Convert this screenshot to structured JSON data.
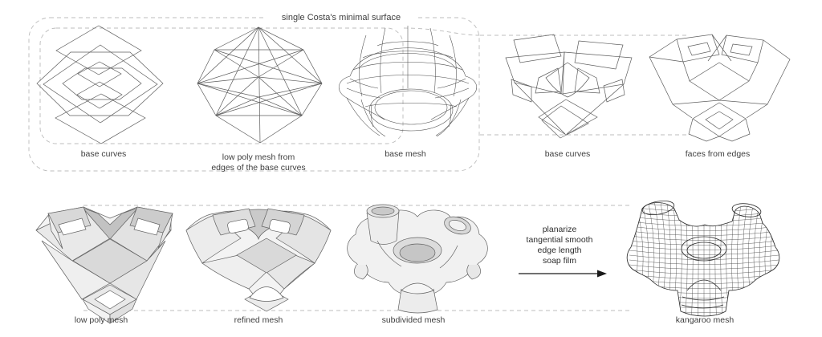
{
  "title": "single Costa's minimal surface",
  "top_row": {
    "caption_base_curves_left": "base curves",
    "caption_low_poly_line1": "low poly mesh from",
    "caption_low_poly_line2": "edges of the base curves",
    "caption_base_mesh": "base mesh",
    "caption_base_curves_right": "base curves",
    "caption_faces_from_edges": "faces from edges"
  },
  "bottom_row": {
    "caption_low_poly_mesh": "low poly mesh",
    "caption_refined_mesh": "refined mesh",
    "caption_subdivided_mesh": "subdivided mesh",
    "caption_kangaroo_mesh": "kangaroo mesh"
  },
  "process": {
    "steps": [
      "planarize",
      "tangential smooth",
      "edge length",
      "soap film"
    ]
  },
  "colors": {
    "line": "#5c5c5c",
    "dash": "#bcbcbc",
    "text": "#3e3e3e",
    "background": "#ffffff"
  }
}
